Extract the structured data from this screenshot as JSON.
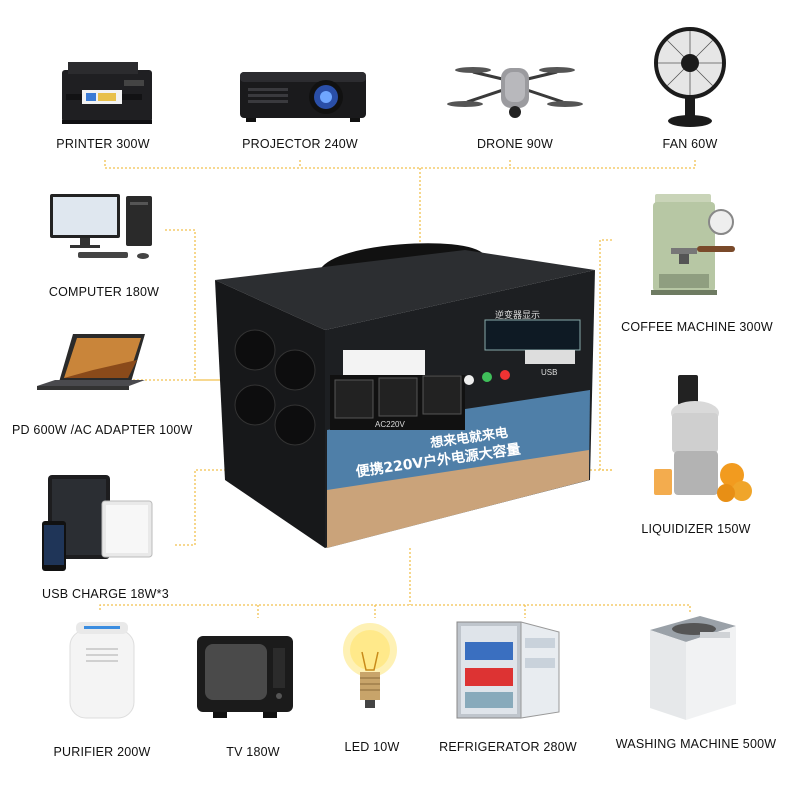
{
  "devices": {
    "printer": "PRINTER 300W",
    "projector": "PROJECTOR 240W",
    "drone": "DRONE 90W",
    "fan": "FAN 60W",
    "computer": "COMPUTER 180W",
    "coffee": "COFFEE MACHINE 300W",
    "laptop": "PD 600W /AC ADAPTER 100W",
    "juicer": "LIQUIDIZER 150W",
    "usb": "USB CHARGE 18W*3",
    "purifier": "PURIFIER 200W",
    "tv": "TV 180W",
    "led": "LED 10W",
    "fridge": "REFRIGERATOR 280W",
    "washer": "WASHING MACHINE 500W"
  },
  "station": {
    "display_caption": "逆变器显示",
    "socket_label": "AC220V",
    "usb_label": "USB",
    "banner_line1": "想来电就来电",
    "banner_line2": "便携220V户外电源大容量"
  },
  "colors": {
    "connector_line": "#f2c14e",
    "station_body": "#1d1f22"
  }
}
